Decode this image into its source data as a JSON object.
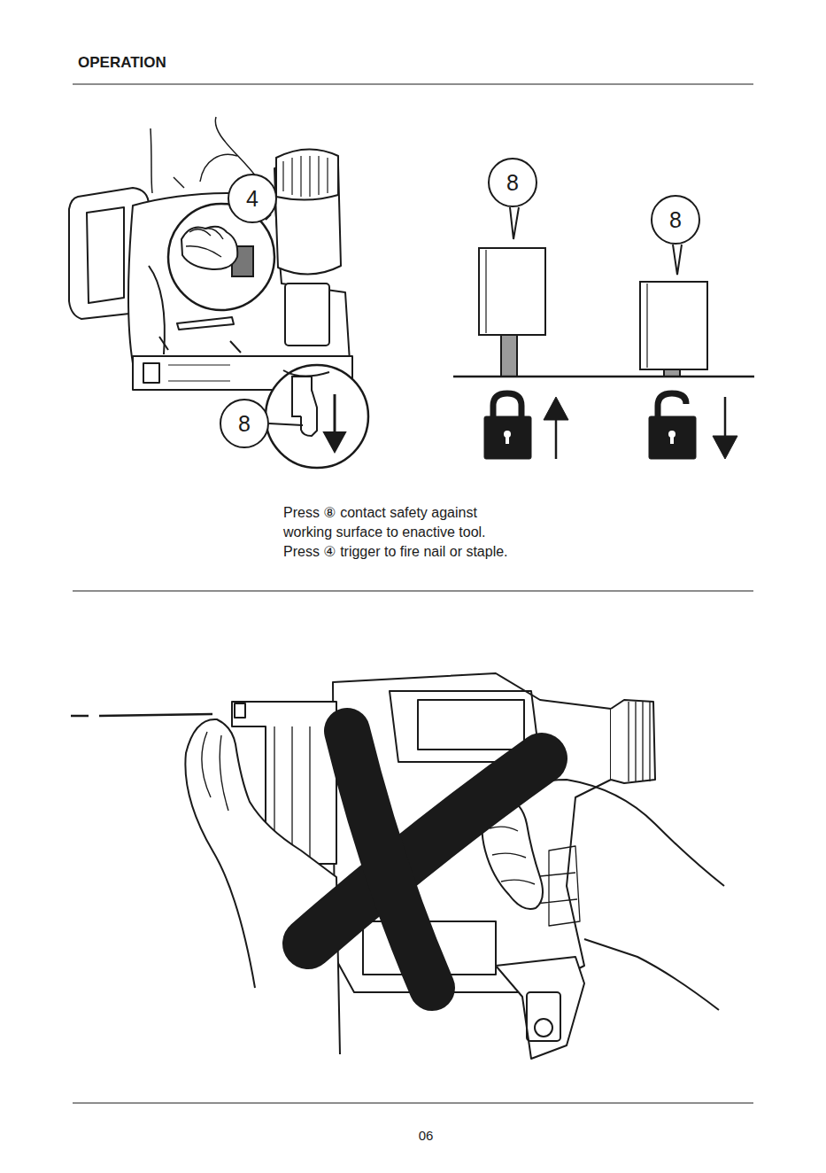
{
  "diagram": {
    "title": "OPERATION",
    "nodes": [
      {
        "text": [
          "4"
        ]
      },
      {
        "text": [
          "8"
        ]
      },
      {
        "text": [
          "8"
        ]
      },
      {
        "text": [
          "8"
        ]
      }
    ],
    "labels": [
      "Press ⑧ contact safety against working surface to enactive tool.",
      "Press ④ trigger to fire nail or staple.",
      "06"
    ]
  }
}
